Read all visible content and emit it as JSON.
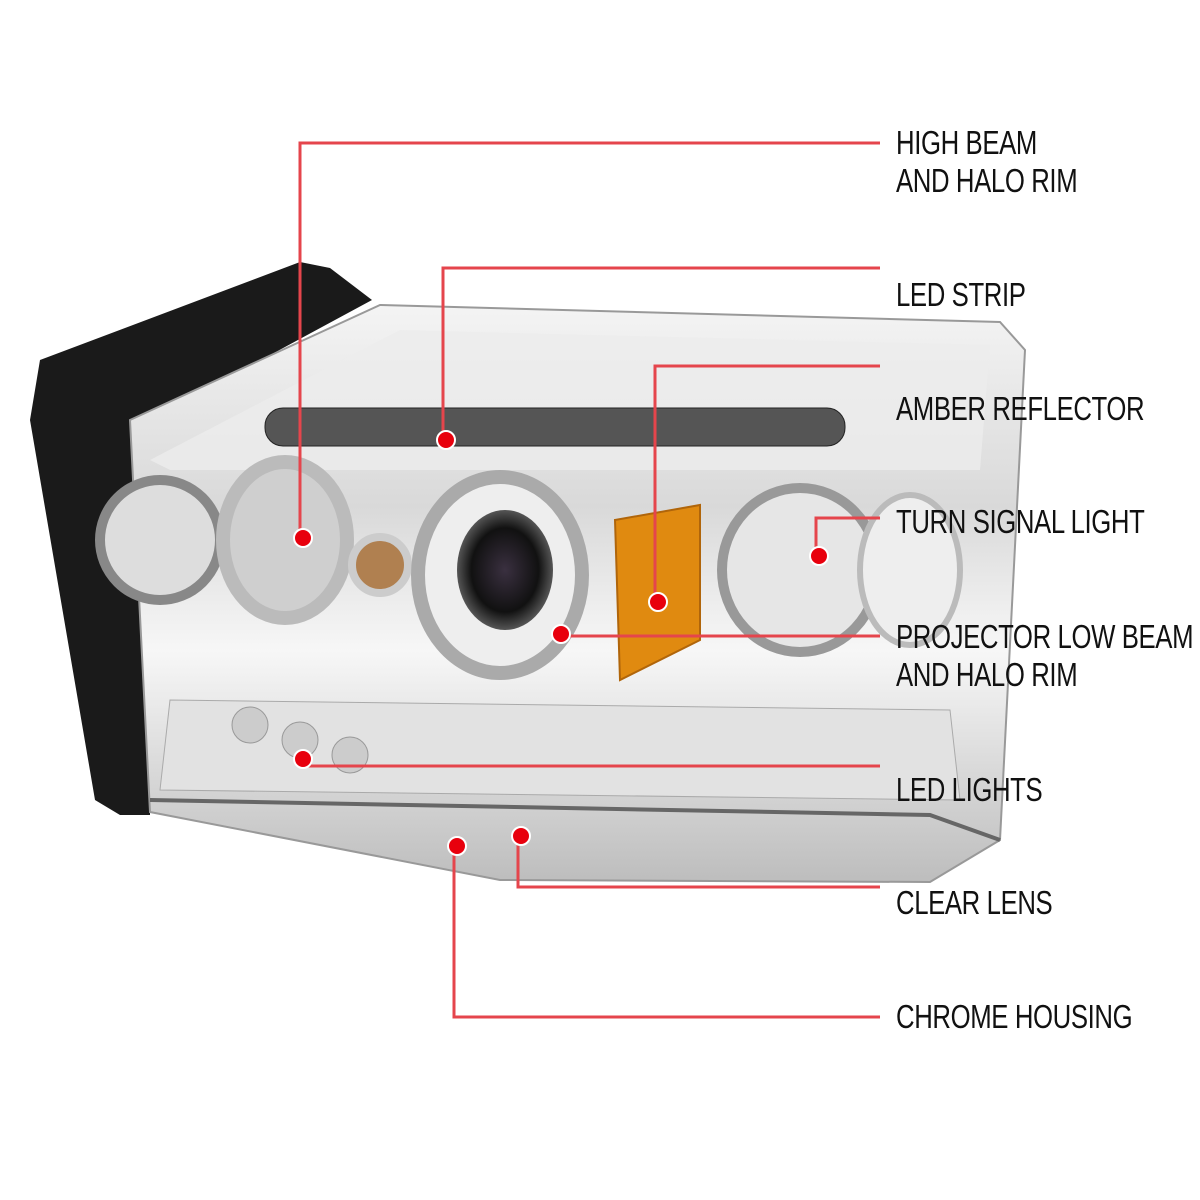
{
  "colors": {
    "callout_line": "#e5454c",
    "dot": "#e8000d",
    "amber": "#e08a10"
  },
  "callouts": [
    {
      "line1": "HIGH BEAM",
      "line2": "AND HALO RIM"
    },
    {
      "line1": "LED STRIP"
    },
    {
      "line1": "AMBER REFLECTOR"
    },
    {
      "line1": "TURN SIGNAL LIGHT"
    },
    {
      "line1": "PROJECTOR LOW BEAM",
      "line2": "AND HALO RIM"
    },
    {
      "line1": "LED LIGHTS"
    },
    {
      "line1": "CLEAR LENS"
    },
    {
      "line1": "CHROME HOUSING"
    }
  ]
}
